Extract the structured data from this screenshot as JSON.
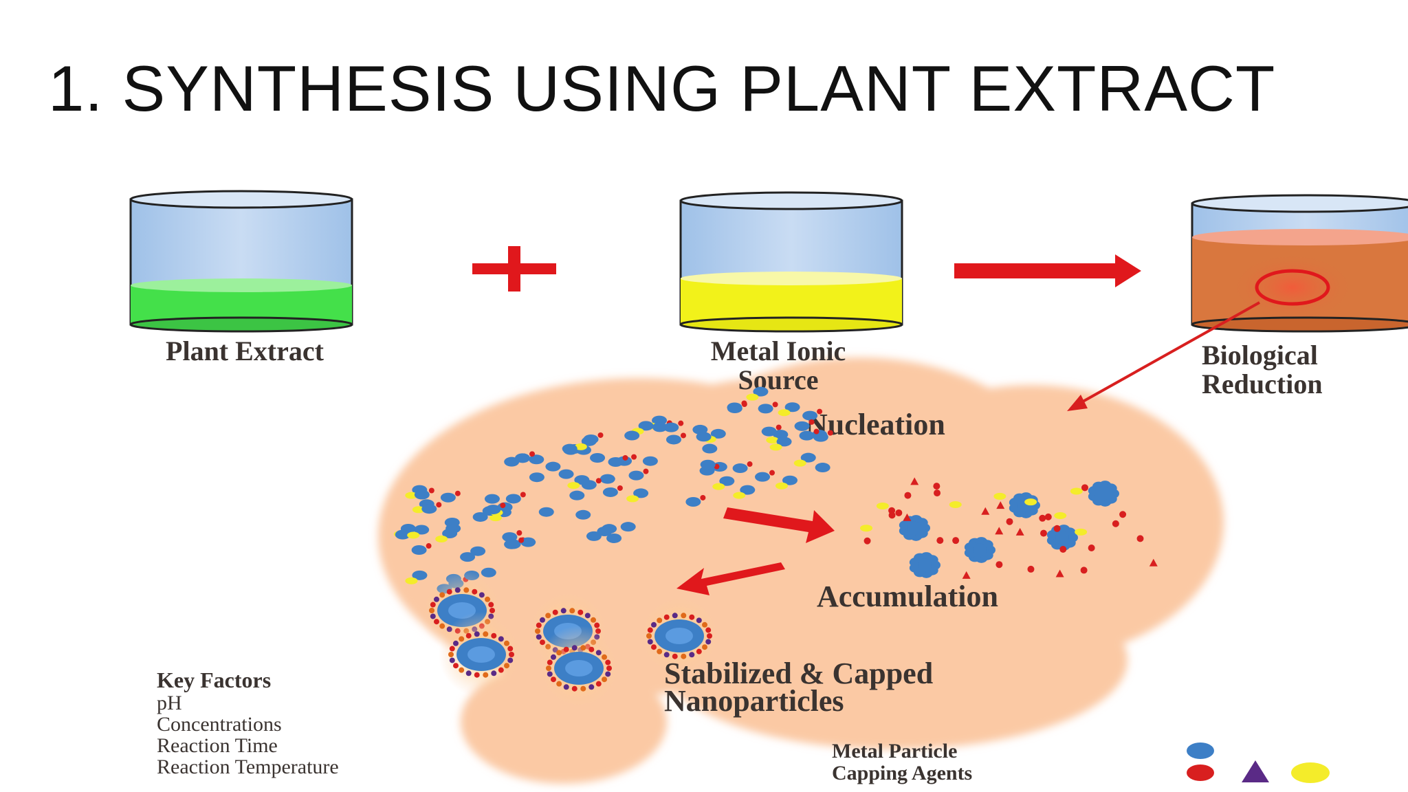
{
  "title": "1. SYNTHESIS USING PLANT EXTRACT",
  "beakers": {
    "plant_extract": {
      "label": "Plant Extract",
      "liquid_color": "#44e04a"
    },
    "metal_ionic": {
      "label_line1": "Metal Ionic",
      "label_line2": "Source",
      "liquid_color": "#f2f21a"
    },
    "bio_reduction": {
      "label_line1": "Biological",
      "label_line2": "Reduction",
      "liquid_color": "#d9773e"
    }
  },
  "operator": "+",
  "stages": {
    "nucleation": "Nucleation",
    "accumulation": "Accumulation",
    "stabilized_line1": "Stabilized & Capped",
    "stabilized_line2": "Nanoparticles"
  },
  "key_factors": {
    "heading": "Key Factors",
    "items": [
      "pH",
      "Concentrations",
      "Reaction Time",
      "Reaction Temperature"
    ]
  },
  "legend": {
    "metal_particle": "Metal Particle",
    "capping_agents": "Capping Agents"
  },
  "colors": {
    "arrow": "#e0181c",
    "cloud": "#fbc9a4",
    "metal_blue": "#3d7fc6",
    "cap_red": "#d81f1f",
    "cap_purple": "#5a2a86",
    "cap_yellow": "#f4ec2a"
  }
}
